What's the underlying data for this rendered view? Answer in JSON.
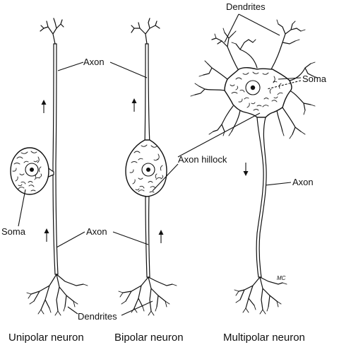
{
  "labels": {
    "dendrites_top": "Dendrites",
    "axon_top": "Axon",
    "soma_right": "Soma",
    "axon_hillock": "Axon hillock",
    "axon_right": "Axon",
    "soma_left": "Soma",
    "axon_bottom": "Axon",
    "dendrites_bottom": "Dendrites",
    "signature": "MC"
  },
  "captions": {
    "unipolar": "Unipolar neuron",
    "bipolar": "Bipolar neuron",
    "multipolar": "Multipolar neuron"
  }
}
